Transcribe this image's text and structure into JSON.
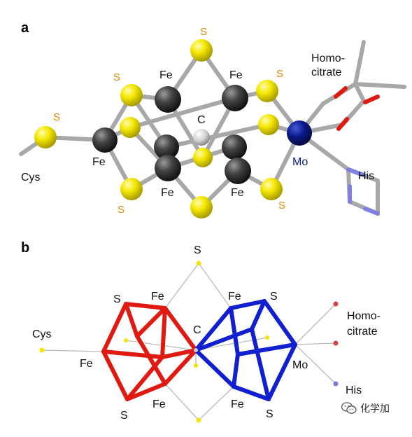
{
  "panel_a": {
    "letter": "a",
    "labels": {
      "s_top": "S",
      "s_left": "S",
      "s_cys": "S",
      "s_right": "S",
      "s_bottom_left": "S",
      "s_bottom_right": "S",
      "fe_top_left": "Fe",
      "fe_top_right": "Fe",
      "fe_left": "Fe",
      "fe_bottom_left": "Fe",
      "fe_bottom_right": "Fe",
      "c_center": "C",
      "cys": "Cys",
      "mo": "Mo",
      "homocitrate_1": "Homo-",
      "homocitrate_2": "citrate",
      "his": "His"
    }
  },
  "panel_b": {
    "letter": "b",
    "labels": {
      "s_top": "S",
      "s_left": "S",
      "fe_left_top": "Fe",
      "fe_right_top": "Fe",
      "s_right": "S",
      "cys": "Cys",
      "c_center": "C",
      "homocitrate_1": "Homo-",
      "homocitrate_2": "citrate",
      "fe_left": "Fe",
      "mo": "Mo",
      "fe_left_bottom": "Fe",
      "fe_right_bottom": "Fe",
      "s_bottom_left": "S",
      "s_bottom_right": "S",
      "his": "His"
    }
  },
  "colors": {
    "sulfur": "#f2e600",
    "iron": "#3a3a3a",
    "carbon": "#d8d8d8",
    "molybdenum": "#0a1a8c",
    "oxygen": "#e01a10",
    "nitrogen": "#7a7ad8",
    "bond": "#9a9a9a",
    "cube_left": "#e01a10",
    "cube_right": "#1020d0",
    "label_s": "#e08a00"
  },
  "watermark": {
    "text": "化学加",
    "icon": "wechat-icon"
  }
}
